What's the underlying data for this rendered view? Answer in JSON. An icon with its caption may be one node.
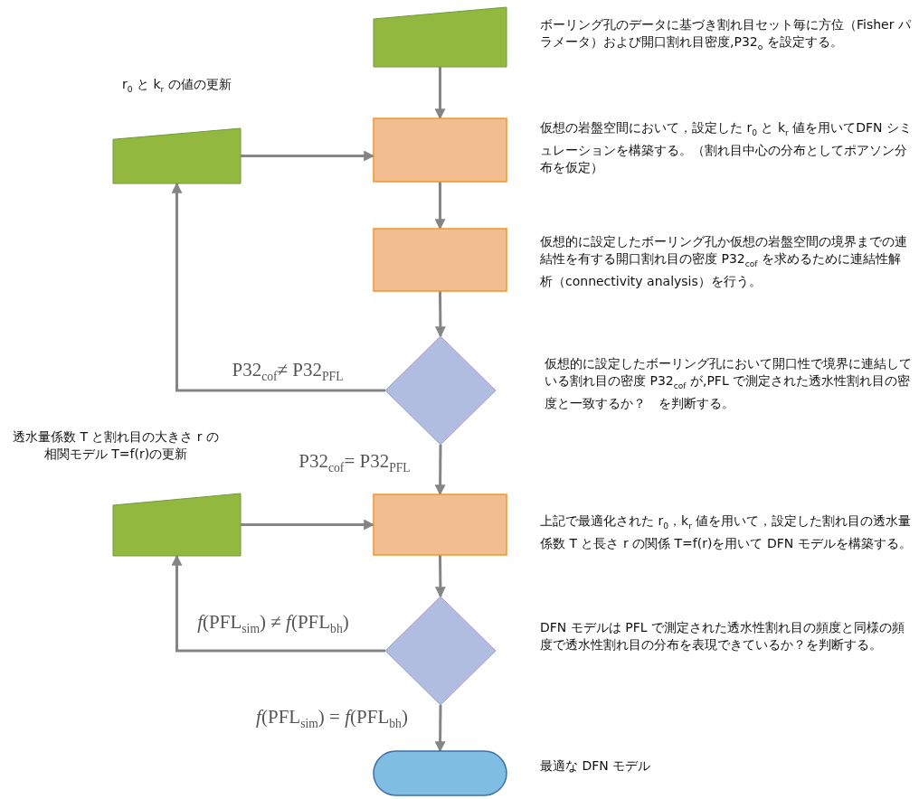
{
  "diagram": {
    "nodes": [
      {
        "text": [],
        "shape": "trapezoid",
        "beside": [
          "ボーリング孔のデータに基づき割れ目セット毎に方位（Fisher パラメータ）および開口割れ目密度,P32$_{o}$ を設定する。"
        ]
      },
      {
        "text": [],
        "shape": "box",
        "beside": [
          "仮想の岩盤空間において，設定した r$_{0}$ と k$_{r}$ 値を用いてDFN シミュレーションを構築する。（割れ目中心の分布としてポアソン分布を仮定）"
        ]
      },
      {
        "text": [],
        "shape": "trapezoid",
        "beside": [
          "r$_{0}$ と k$_{r}$ の値の更新"
        ]
      },
      {
        "text": [],
        "shape": "box",
        "beside": [
          "仮想的に設定したボーリング孔か仮想の岩盤空間の境界までの連結性を有する開口割れ目の密度 P32$_{cof}$ を求めるために連結性解析（connectivity analysis）を行う。"
        ]
      },
      {
        "text": [],
        "shape": "diamond",
        "beside": [
          "仮想的に設定したボーリング孔において開口性で境界に連結している割れ目の密度 P32$_{cof}$ が,PFL で測定された透水性割れ目の密度と一致するか？　を判断する。"
        ]
      },
      {
        "text": [],
        "shape": "trapezoid",
        "beside": [
          "透水量係数 T と割れ目の大きさ r の相関モデル T=f(r)の更新"
        ]
      },
      {
        "text": [],
        "shape": "box",
        "beside": [
          "上記で最適化された r$_{0}$，k$_{r}$ 値を用いて，設定した割れ目の透水量係数 T と長さ r の関係 T=f(r)を用いて DFN モデルを構築する。"
        ]
      },
      {
        "text": [],
        "shape": "diamond",
        "beside": [
          "DFN モデルは PFL で測定された透水性割れ目の頻度と同様の頻度で透水性割れ目の分布を表現できているか？を判断する。"
        ]
      },
      {
        "text": [],
        "shape": "capsule",
        "beside": [
          "最適な DFN モデル"
        ]
      }
    ],
    "edges": [
      {
        "from": 0,
        "to": 1,
        "arrow": "to"
      },
      {
        "from": 2,
        "to": 1,
        "arrow": "to"
      },
      {
        "from": 1,
        "to": 3,
        "arrow": "to"
      },
      {
        "from": 3,
        "to": 4,
        "arrow": "to"
      },
      {
        "from": 4,
        "to": 2,
        "arrow": "to",
        "label": "P32$_{cof}$≠ P32$_{PFL}$"
      },
      {
        "from": 4,
        "to": 6,
        "arrow": "to",
        "label": "P32$_{cof}$= P32$_{PFL}$"
      },
      {
        "from": 5,
        "to": 6,
        "arrow": "to"
      },
      {
        "from": 6,
        "to": 7,
        "arrow": "to"
      },
      {
        "from": 7,
        "to": 5,
        "arrow": "to",
        "label": "*f*(PFL$_{sim}$) ≠ *f*(PFL$_{bh}$)"
      },
      {
        "from": 7,
        "to": 8,
        "arrow": "to",
        "label": "*f*(PFL$_{sim}$) = *f*(PFL$_{bh}$)"
      }
    ]
  }
}
